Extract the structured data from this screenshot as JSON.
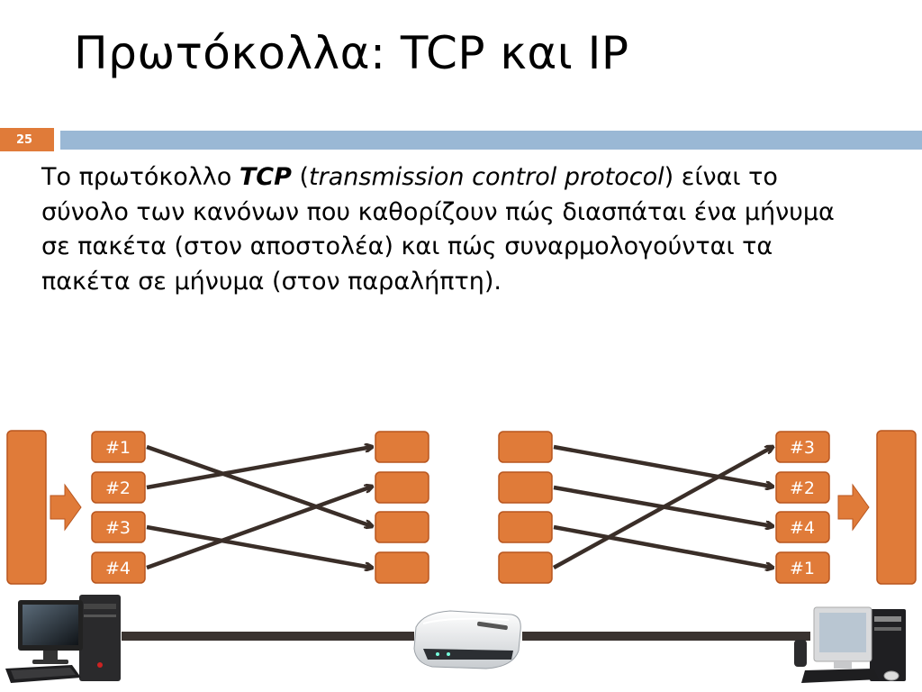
{
  "title": "Πρωτόκολλα: TCP και IP",
  "slide_number": "25",
  "paragraph": {
    "part1": "Το πρωτόκολλο ",
    "tcp": "TCP",
    "part2": " (",
    "expansion": "transmission control protocol",
    "part3": ")",
    "rest": "είναι το σύνολο των κανόνων που καθορίζουν πώς διασπάται ένα μήνυμα σε πακέτα (στον αποστολέα) και πώς συναρμολογούνται τα πακέτα σε μήνυμα (στον παραλήπτη)."
  },
  "sender_packets": [
    "#1",
    "#2",
    "#3",
    "#4"
  ],
  "receiver_packets": [
    "#3",
    "#2",
    "#4",
    "#1"
  ],
  "colors": {
    "accent": "#e07b39",
    "accent_border": "#b8561f",
    "bar": "#9ab8d5",
    "arrow": "#3a2e28"
  },
  "icons": [
    "sender-computer-icon",
    "router-icon",
    "receiver-computer-icon"
  ]
}
